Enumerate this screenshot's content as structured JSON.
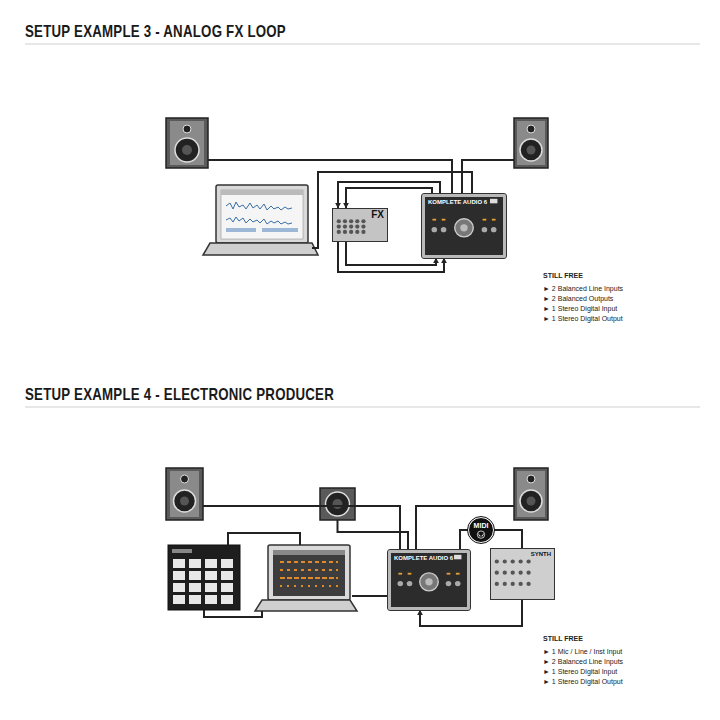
{
  "diagram": {
    "nodes": [
      {
        "text": [
          "FX"
        ]
      },
      {
        "text": [
          "KOMPLETE AUDIO 6"
        ]
      },
      {
        "text": [
          "KOMPLETE AUDIO 6"
        ]
      },
      {
        "text": [
          "MIDI"
        ]
      },
      {
        "text": [
          "SYNTH"
        ]
      }
    ],
    "edges": [
      {
        "from": 1,
        "to": 0,
        "arrow": "to"
      },
      {
        "from": 1,
        "to": 0,
        "arrow": "to"
      },
      {
        "from": 0,
        "to": 1,
        "arrow": "to"
      },
      {
        "from": 0,
        "to": 1,
        "arrow": "to"
      },
      {
        "from": 2,
        "to": 3,
        "arrow": "none"
      },
      {
        "from": 3,
        "to": 4,
        "arrow": "none"
      },
      {
        "from": 4,
        "to": 2,
        "arrow": "to"
      }
    ],
    "labels": [
      "SETUP EXAMPLE 3 - ANALOG FX LOOP",
      "STILL FREE",
      "► 2 Balanced Line Inputs",
      "► 2 Balanced Outputs",
      "► 1 Stereo Digital Input",
      "► 1 Stereo Digital Output",
      "SETUP EXAMPLE 4 - ELECTRONIC PRODUCER",
      "STILL FREE",
      "► 1 Mic / Line / Inst Input",
      "► 2 Balanced Line Inputs",
      "► 1 Stereo Digital Input",
      "► 1 Stereo Digital Output"
    ]
  }
}
